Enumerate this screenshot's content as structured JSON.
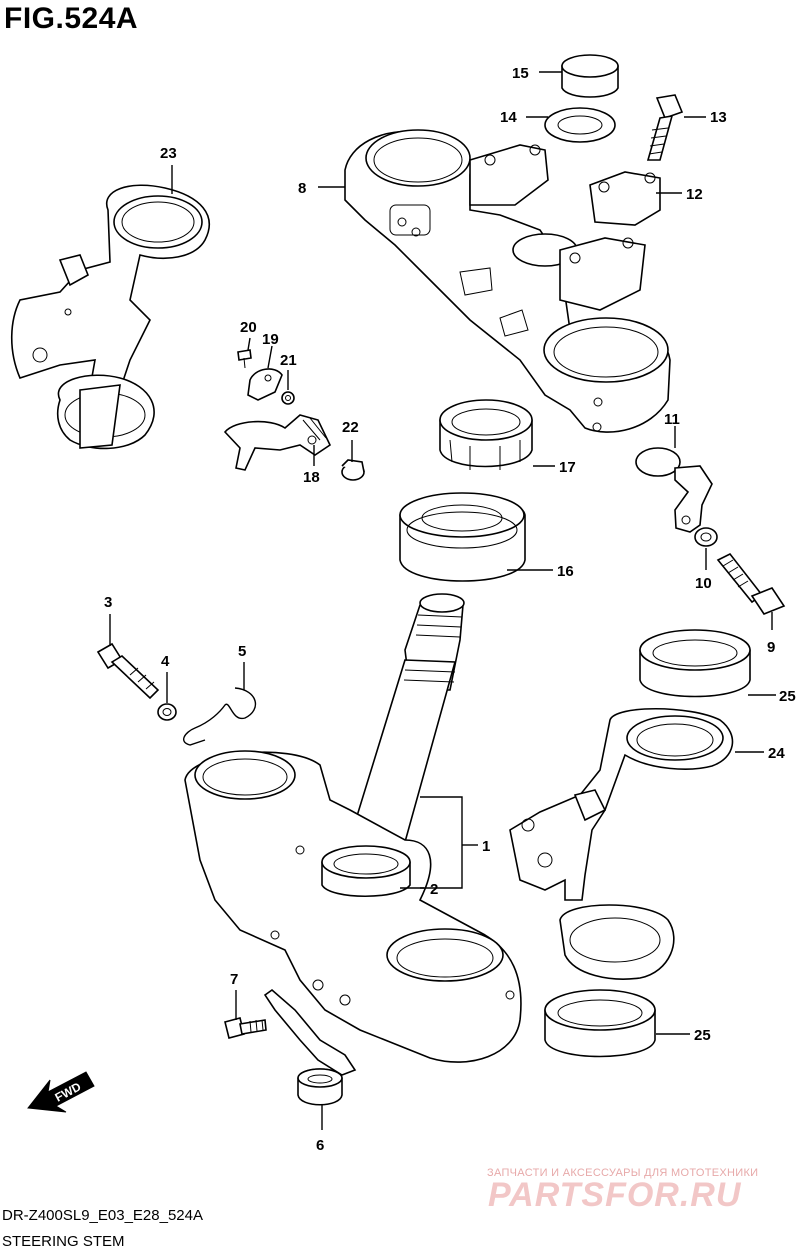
{
  "figure": {
    "title": "FIG.524A",
    "model_code": "DR-Z400SL9_E03_E28_524A",
    "section_name": "STEERING STEM",
    "fwd_label": "FWD"
  },
  "watermark": {
    "caption": "ЗАПЧАСТИ И АКСЕССУАРЫ ДЛЯ МОТОТЕХНИКИ",
    "logo": "PARTSFOR.RU"
  },
  "callouts": {
    "c1": "1",
    "c2": "2",
    "c3": "3",
    "c4": "4",
    "c5": "5",
    "c6": "6",
    "c7": "7",
    "c8": "8",
    "c9": "9",
    "c10": "10",
    "c11": "11",
    "c12": "12",
    "c13": "13",
    "c14": "14",
    "c15": "15",
    "c16": "16",
    "c17": "17",
    "c18": "18",
    "c19": "19",
    "c20": "20",
    "c21": "21",
    "c22": "22",
    "c23": "23",
    "c24": "24",
    "c25a": "25",
    "c25b": "25"
  }
}
